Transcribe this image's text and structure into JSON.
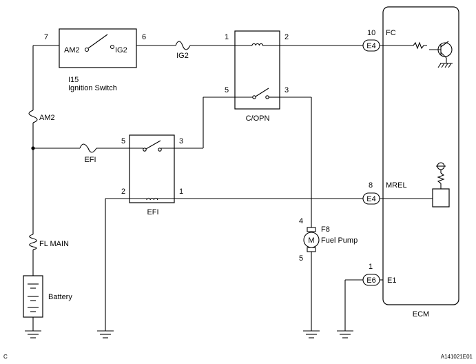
{
  "ignition_switch": {
    "id": "I15",
    "name": "Ignition Switch",
    "terminal_left": "AM2",
    "terminal_right": "IG2",
    "pin_left": "7",
    "pin_right": "6"
  },
  "fuses": {
    "ig2": "IG2",
    "am2": "AM2",
    "efi": "EFI",
    "fl_main": "FL MAIN"
  },
  "copn_relay": {
    "name": "C/OPN",
    "pin1": "1",
    "pin2": "2",
    "pin5": "5",
    "pin3": "3"
  },
  "efi_relay": {
    "name": "EFI",
    "pin5": "5",
    "pin3": "3",
    "pin2": "2",
    "pin1": "1"
  },
  "fuel_pump": {
    "id": "F8",
    "name": "Fuel Pump",
    "symbol": "M",
    "pin_top": "4",
    "pin_bottom": "5"
  },
  "battery": {
    "name": "Battery"
  },
  "ecm": {
    "name": "ECM",
    "fc": {
      "connector": "E4",
      "pin": "10",
      "signal": "FC"
    },
    "mrel": {
      "connector": "E4",
      "pin": "8",
      "signal": "MREL"
    },
    "e1": {
      "connector": "E6",
      "pin": "1",
      "signal": "E1"
    }
  },
  "footer": {
    "left_code": "C",
    "right_code": "A141021E01"
  }
}
